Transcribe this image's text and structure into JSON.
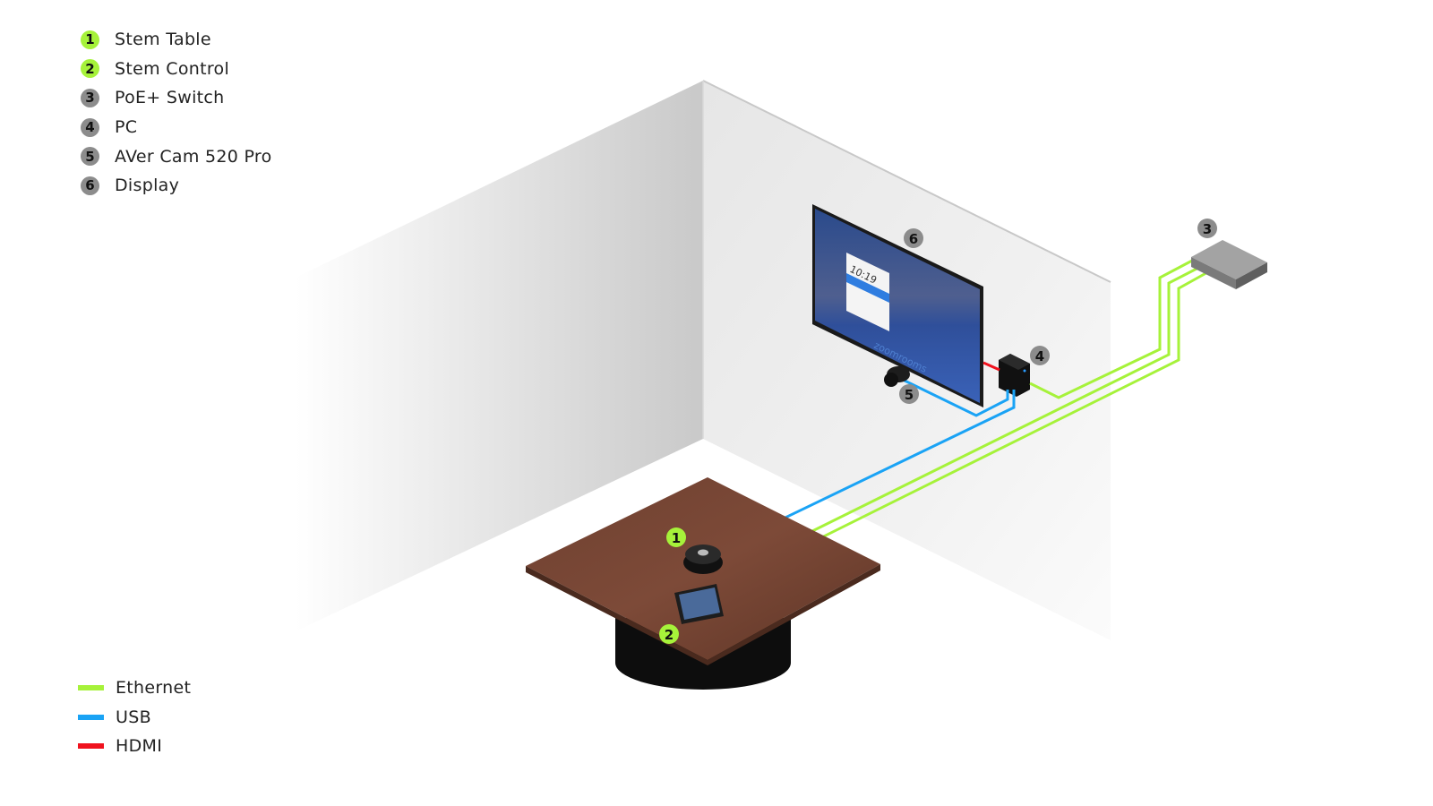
{
  "devices": [
    {
      "num": "1",
      "label": "Stem Table",
      "color": "#a6f23a"
    },
    {
      "num": "2",
      "label": "Stem Control",
      "color": "#a6f23a"
    },
    {
      "num": "3",
      "label": "PoE+ Switch",
      "color": "#8c8c8c"
    },
    {
      "num": "4",
      "label": "PC",
      "color": "#8c8c8c"
    },
    {
      "num": "5",
      "label": "AVer Cam 520 Pro",
      "color": "#8c8c8c"
    },
    {
      "num": "6",
      "label": "Display",
      "color": "#8c8c8c"
    }
  ],
  "cables": [
    {
      "label": "Ethernet",
      "color": "#a6f23a"
    },
    {
      "label": "USB",
      "color": "#1aa3f5"
    },
    {
      "label": "HDMI",
      "color": "#f0121e"
    }
  ],
  "screen": {
    "clock": "10:19",
    "brand": "zoomrooms"
  }
}
